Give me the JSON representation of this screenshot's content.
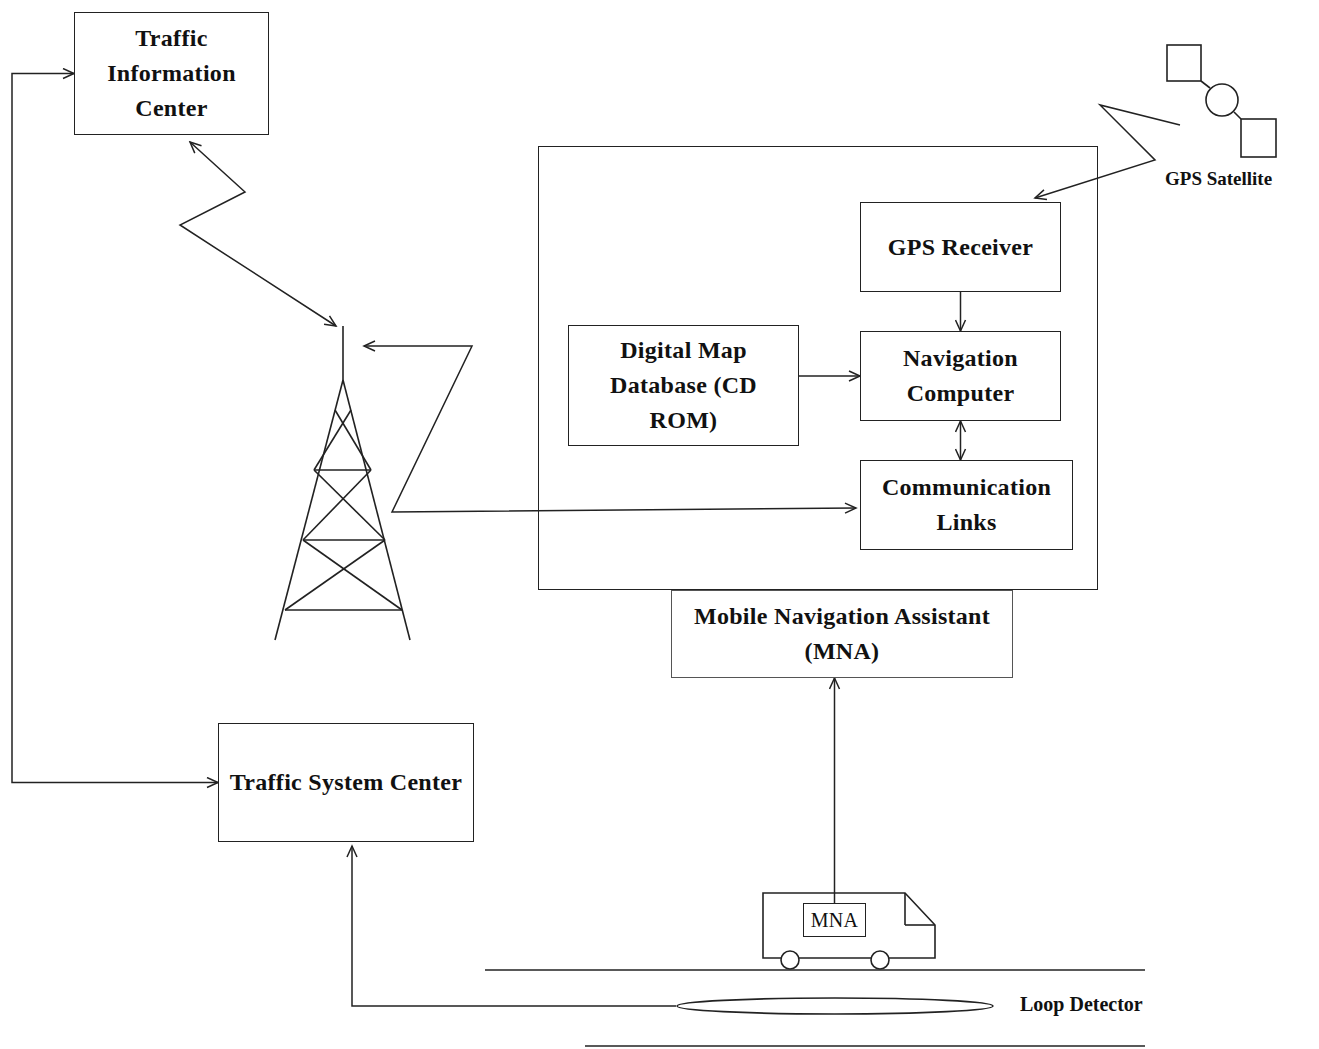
{
  "diagram": {
    "nodes": [
      {
        "text": [
          "Traffic Information Center"
        ]
      },
      {
        "text": [
          "Mobile Navigation Assistant (MNA)"
        ]
      },
      {
        "text": [
          "GPS Receiver"
        ],
        "in": 1
      },
      {
        "text": [
          "Digital Map Database (CD ROM)"
        ],
        "in": 1
      },
      {
        "text": [
          "Navigation Computer"
        ],
        "in": 1
      },
      {
        "text": [
          "Communication Links"
        ],
        "in": 1
      },
      {
        "text": [
          "Traffic System Center"
        ]
      },
      {
        "text": [
          "MNA"
        ]
      }
    ],
    "edges": [
      {
        "from": 0,
        "to": 6,
        "arrow": "both"
      },
      {
        "from": 2,
        "to": 4,
        "arrow": "to"
      },
      {
        "from": 3,
        "to": 4,
        "arrow": "to"
      },
      {
        "from": 4,
        "to": 5,
        "arrow": "both"
      },
      {
        "from": 7,
        "to": 1,
        "arrow": "to"
      }
    ],
    "labels": [
      "GPS Satellite",
      "Loop Detector"
    ]
  }
}
